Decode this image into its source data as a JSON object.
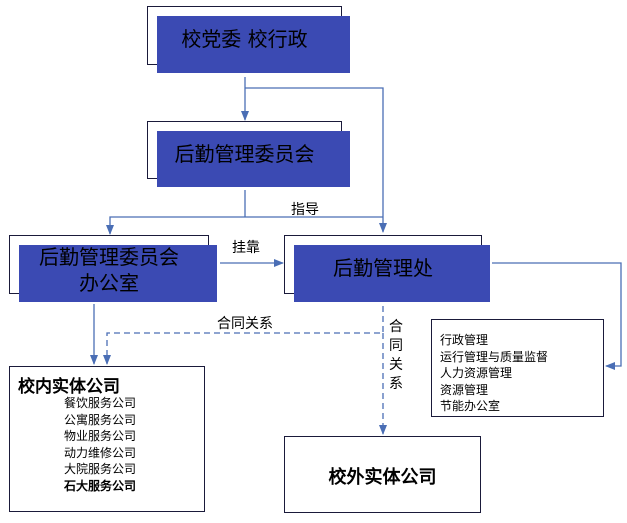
{
  "colors": {
    "shadow": "#3b4ab3",
    "line": "#4a6eb5",
    "border": "#1a1a3a"
  },
  "nodes": {
    "top": "校党委  校行政",
    "committee": "后勤管理委员会",
    "office_line1": "后勤管理委员会",
    "office_line2": "办公室",
    "dept": "后勤管理处",
    "internal": {
      "title": "校内实体公司",
      "items": [
        "餐饮服务公司",
        "公寓服务公司",
        "物业服务公司",
        "动力维修公司",
        "大院服务公司",
        "石大服务公司"
      ]
    },
    "external": "校外实体公司",
    "functions": [
      "行政管理",
      "运行管理与质量监督",
      "人力资源管理",
      "资源管理",
      "节能办公室"
    ]
  },
  "edges": {
    "guide": "指导",
    "attached": "挂靠",
    "contract_h": "合同关系",
    "contract_v": [
      "合",
      "同",
      "关",
      "系"
    ]
  }
}
